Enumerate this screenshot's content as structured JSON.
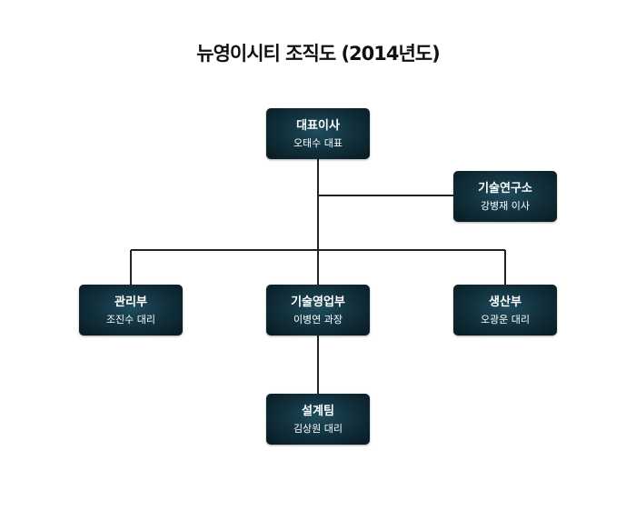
{
  "title": "뉴영이시티 조직도 (2014년도)",
  "nodes": [
    {
      "id": "ceo",
      "name": "대표이사",
      "person": "오태수 대표"
    },
    {
      "id": "rnd",
      "name": "기술연구소",
      "person": "강병재 이사"
    },
    {
      "id": "admin",
      "name": "관리부",
      "person": "조진수 대리"
    },
    {
      "id": "sales",
      "name": "기술영업부",
      "person": "이병연 과장"
    },
    {
      "id": "production",
      "name": "생산부",
      "person": "오광운 대리"
    },
    {
      "id": "design",
      "name": "설계팀",
      "person": "김상원 대리"
    }
  ]
}
